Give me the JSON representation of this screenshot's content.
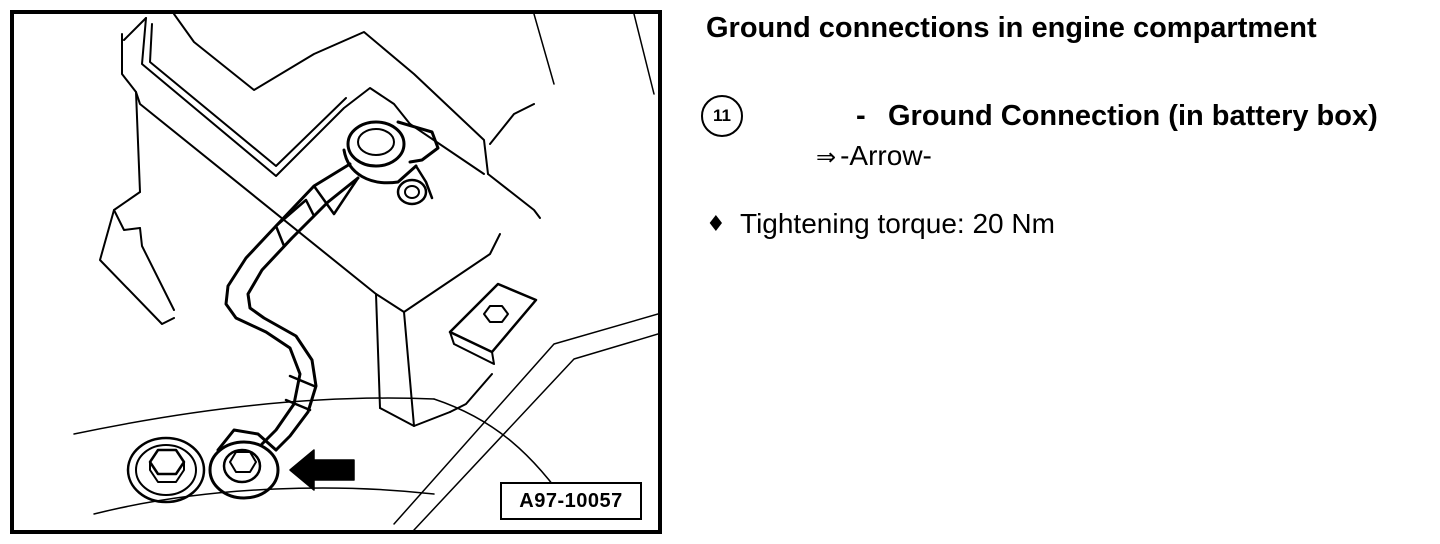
{
  "figure": {
    "code": "A97-10057",
    "icons": [
      "battery-illustration",
      "ground-cable",
      "arrow-left-icon",
      "bolt-icon"
    ]
  },
  "heading": "Ground connections in engine compartment",
  "item": {
    "number": "11",
    "dash": "-",
    "title": "Ground Connection (in battery box)",
    "ref_arrow": "⇒",
    "ref_text": "-Arrow-"
  },
  "note": {
    "bullet": "♦",
    "text": "Tightening torque: 20 Nm"
  }
}
